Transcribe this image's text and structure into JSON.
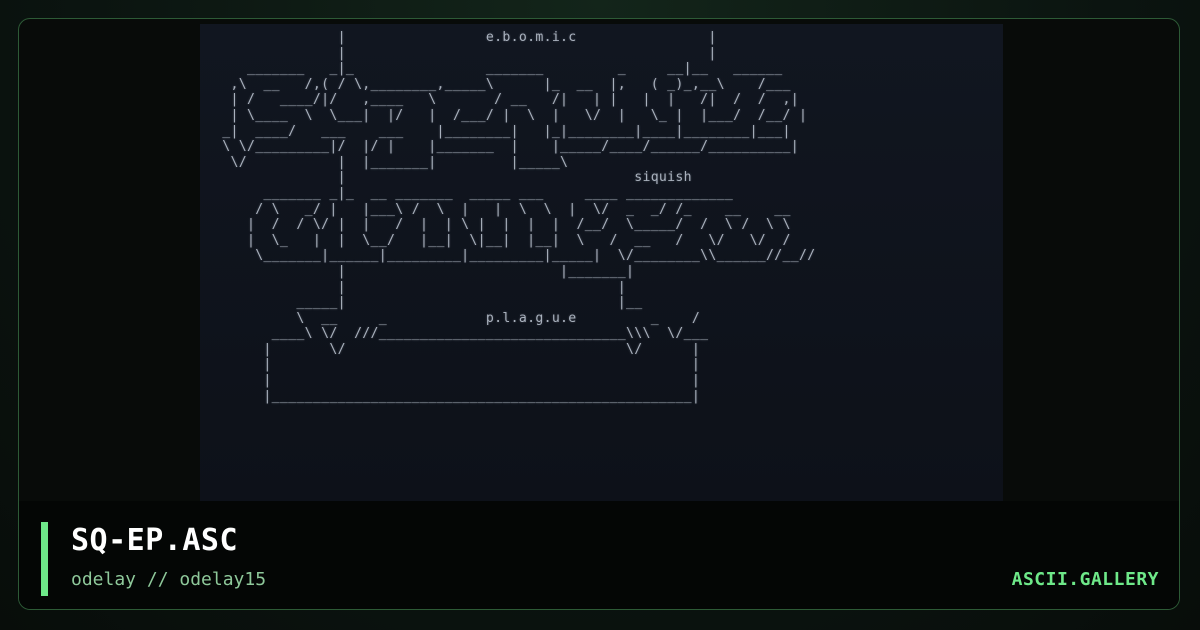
{
  "artwork": {
    "ascii": "               |                 e.b.o.m.i.c                |\n               |                                            |\n    _______   _|_                _______         _     __|__   ______\n  ,\\  __   /,( / \\,________,_____\\      |_  __  |,   ( _)_,__\\    /___\n  | /   ____/|/   ,____   \\       / __   /|   | |   |  |   /|  /  /  ,|\n  | \\____  \\  \\___|  |/   |  /___/ |  \\  |   \\/  |   \\_ |  |___/  /__/ |\n _|  ____/   ___    ___    |________|   |_|________|____|________|___|\n \\ \\/_________|/  |/ |    |_______  |    |_____/____/______/__________|\n  \\/           |  |_______|         |_____\\\n               |                                   siquish\n      _______ _|_  __ _______  _____ ___     ____ _____________\n     / \\   _/ |   |___\\ /  \\  |   |  \\  \\  |  \\/  _  _/ /_    __    __\n    |  /  / \\/ |  |   /  |  | \\ |  |  |  |  /__/  \\_____/  /  \\ /  \\ \\\n    |  \\_   |  |  \\__/   |__|  \\|__|  |__|  \\   /  __   /   \\/   \\/  /\n     \\_______|______|_________|_________|_____|  \\/________\\\\______//__//\n               |                          |_______|\n               |                                 |\n          _____|                                 |__\n          \\  __     _            p.l.a.g.u.e         _    /\n       ____\\ \\/  ///______________________________\\\\\\  \\/___\n      |       \\/                                  \\/      |\n      |                                                   |\n      |                                                   |\n      |___________________________________________________|"
  },
  "footer": {
    "title": "SQ-EP.ASC",
    "subtitle": "odelay // odelay15",
    "brand": "ASCII.GALLERY"
  },
  "colors": {
    "accent": "#6ee889",
    "border": "#2d5a36",
    "subtitle": "#8ec89a",
    "art_text": "#a9b1bd"
  }
}
